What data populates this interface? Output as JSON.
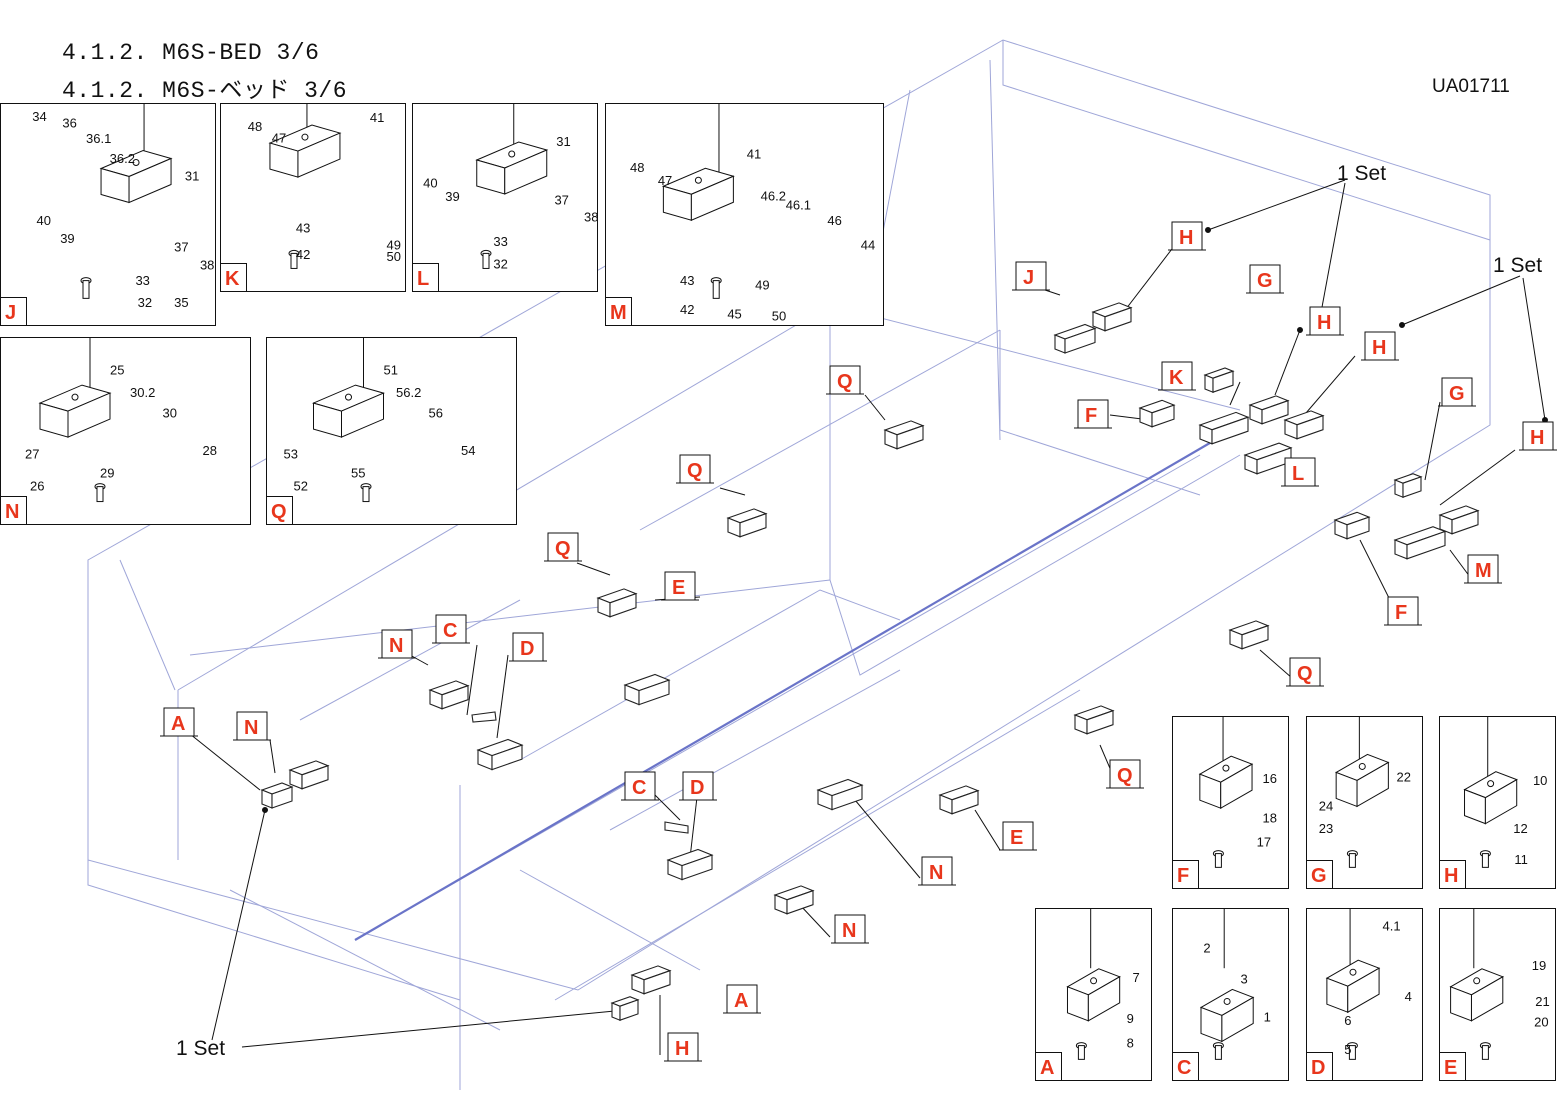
{
  "header": {
    "title_en": "4.1.2. M6S-BED 3/6",
    "title_jp": "4.1.2. M6S-ベッド 3/6",
    "doc_code": "UA01711"
  },
  "callout_text": "1 Set",
  "detail_boxes": [
    {
      "letter": "J",
      "parts": [
        "34",
        "36",
        "36.1",
        "36.2",
        "31",
        "40",
        "39",
        "37",
        "38",
        "33",
        "32",
        "35"
      ]
    },
    {
      "letter": "K",
      "parts": [
        "48",
        "47",
        "41",
        "43",
        "42",
        "49",
        "50"
      ]
    },
    {
      "letter": "L",
      "parts": [
        "31",
        "40",
        "39",
        "37",
        "38",
        "33",
        "32"
      ]
    },
    {
      "letter": "M",
      "parts": [
        "48",
        "47",
        "41",
        "46.2",
        "46.1",
        "46",
        "44",
        "43",
        "42",
        "49",
        "45",
        "50"
      ]
    },
    {
      "letter": "N",
      "parts": [
        "25",
        "30.2",
        "30",
        "28",
        "27",
        "29",
        "26"
      ]
    },
    {
      "letter": "Q",
      "parts": [
        "51",
        "56.2",
        "56",
        "54",
        "53",
        "55",
        "52"
      ]
    },
    {
      "letter": "F",
      "parts": [
        "16",
        "18",
        "17"
      ]
    },
    {
      "letter": "G",
      "parts": [
        "22",
        "24",
        "23"
      ]
    },
    {
      "letter": "H",
      "parts": [
        "10",
        "12",
        "11"
      ]
    },
    {
      "letter": "A",
      "parts": [
        "7",
        "9",
        "8"
      ]
    },
    {
      "letter": "C",
      "parts": [
        "2",
        "3",
        "1"
      ]
    },
    {
      "letter": "D",
      "parts": [
        "4.1",
        "4",
        "6",
        "5"
      ]
    },
    {
      "letter": "E",
      "parts": [
        "19",
        "21",
        "20"
      ]
    }
  ],
  "main_labels": [
    "H",
    "J",
    "G",
    "H",
    "H",
    "Q",
    "K",
    "F",
    "L",
    "G",
    "H",
    "Q",
    "M",
    "F",
    "Q",
    "E",
    "C",
    "D",
    "N",
    "A",
    "N",
    "Q",
    "C",
    "D",
    "Q",
    "E",
    "N",
    "N",
    "A"
  ]
}
